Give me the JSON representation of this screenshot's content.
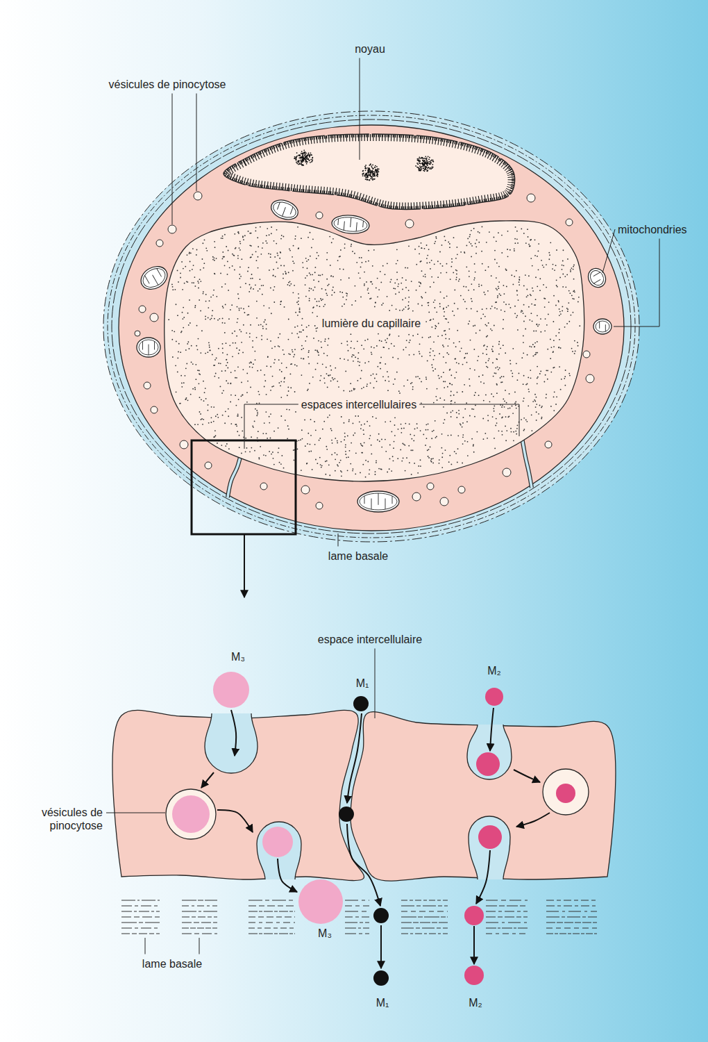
{
  "diagram": {
    "labels": [
      "noyau",
      "vésicules de pinocytose",
      "mitochondries",
      "lumière du capillaire",
      "espaces intercellulaires",
      "lame basale",
      "espace intercellulaire",
      "M₃",
      "M₁",
      "M₂",
      "vésicules de pinocytose",
      "M₃",
      "lame basale",
      "M₁",
      "M₂"
    ]
  }
}
